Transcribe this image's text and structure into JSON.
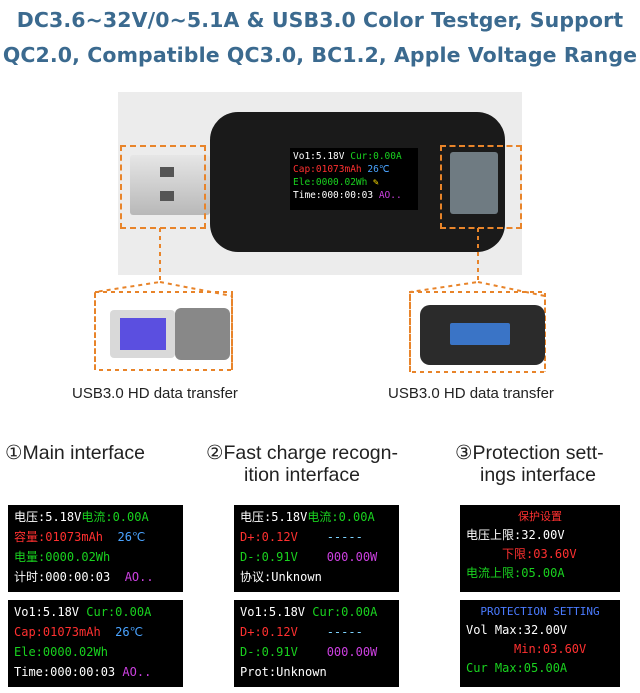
{
  "header": {
    "line1": "DC3.6~32V/0~5.1A & USB3.0 Color Testger, Support",
    "line2": "QC2.0, Compatible QC3.0, BC1.2, Apple Voltage Range"
  },
  "device_screen": {
    "r1a": "Vo1:5.18V",
    "r1b": "Cur:0.00A",
    "r2a": "Cap:01073mAh",
    "r2b": "26℃",
    "r3a": "Ele:0000.02Wh",
    "r4a": "Time:000:00:03",
    "r4b": "AO.."
  },
  "captions": {
    "left": "USB3.0 HD data transfer",
    "right": "USB3.0 HD data transfer"
  },
  "sections": {
    "main": "①Main interface",
    "fast_1": "②Fast charge recogn-",
    "fast_2": "ition interface",
    "prot_1": "③Protection sett-",
    "prot_2": "ings interface"
  },
  "main_cn": {
    "r1a": "电压:5.18V",
    "r1b": "电流:0.00A",
    "r2a": "容量:01073mAh",
    "r2b": "26℃",
    "r3a": "电量:0000.02Wh",
    "r4a": "计时:000:00:03",
    "r4b": "AO.."
  },
  "main_en": {
    "r1a": "Vo1:5.18V",
    "r1b": "Cur:0.00A",
    "r2a": "Cap:01073mAh",
    "r2b": "26℃",
    "r3a": "Ele:0000.02Wh",
    "r4a": "Time:000:00:03",
    "r4b": "AO.."
  },
  "fast_cn": {
    "r1a": "电压:5.18V",
    "r1b": "电流:0.00A",
    "r2a": "D+:0.12V",
    "r2b": "-----",
    "r3a": "D-:0.91V",
    "r3b": "000.00W",
    "r4a": "协议:Unknown"
  },
  "fast_en": {
    "r1a": "Vo1:5.18V",
    "r1b": "Cur:0.00A",
    "r2a": "D+:0.12V",
    "r2b": "-----",
    "r3a": "D-:0.91V",
    "r3b": "000.00W",
    "r4a": "Prot:Unknown"
  },
  "prot_cn": {
    "head": "保护设置",
    "r1": "电压上限:32.00V",
    "r2": "下限:03.60V",
    "r3": "电流上限:05.00A"
  },
  "prot_en": {
    "head": "PROTECTION SETTING",
    "r1": "Vol Max:32.00V",
    "r2": "Min:03.60V",
    "r3": "Cur Max:05.00A"
  }
}
